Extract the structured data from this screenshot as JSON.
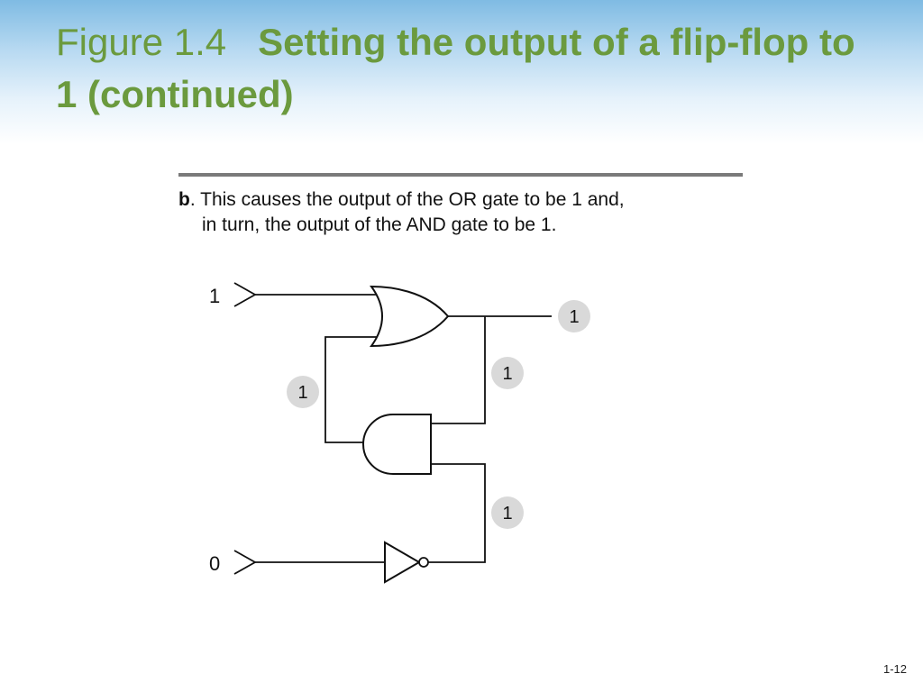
{
  "slide": {
    "title_prefix": "Figure 1.4",
    "title_main": "Setting the output of a flip-flop to 1 (continued)",
    "page_number": "1-12"
  },
  "caption": {
    "letter": "b",
    "line1": ". This causes the output of the OR gate to be 1 and,",
    "line2": "in turn, the output of the AND gate to be 1."
  },
  "diagram": {
    "input_top": "1",
    "input_bottom": "0",
    "output_value": "1",
    "or_to_and_value": "1",
    "feedback_value": "1",
    "not_output_value": "1"
  },
  "colors": {
    "title": "#6b9a3e",
    "badge": "#d9d9d9",
    "wire": "#111111"
  }
}
